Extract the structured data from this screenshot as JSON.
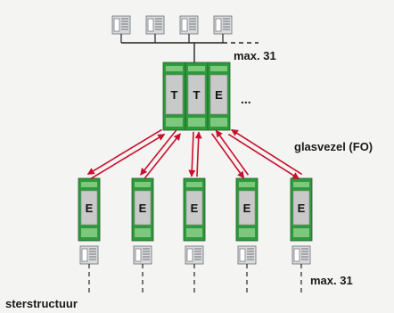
{
  "labels": {
    "max_top": "max. 31",
    "fiber": "glasvezel (FO)",
    "max_bottom": "max. 31",
    "topology": "sterstructuur",
    "ellipsis": "..."
  },
  "central_modules": [
    "T",
    "T",
    "E"
  ],
  "remote_modules": [
    "E",
    "E",
    "E",
    "E",
    "E"
  ],
  "colors": {
    "module_green": "#2f9a3c",
    "module_green_light": "#7ec77f",
    "module_grey": "#c9c9c9",
    "fiber_red": "#c8102e",
    "device_grey": "#d8dade"
  }
}
